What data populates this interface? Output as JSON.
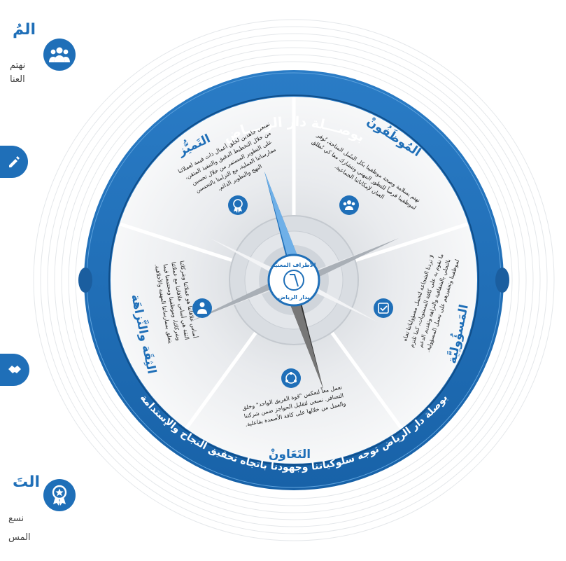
{
  "left_column": {
    "employees_title": "المُ",
    "employees_text_1": "نهتم",
    "employees_text_2": "العنا",
    "excellence_title": "التَ",
    "excellence_text_1": "نسع",
    "excellence_text_2": "المس"
  },
  "compass": {
    "ring_top": "بوصـــلة دار الريـــاض",
    "ring_bottom": "بوصلة دار الرياض توجه سلوكياتنا وجهودنا باتجاه تحقيق النجاح والإستدامة",
    "center_line_1": "الأطراف المعنيّة",
    "center_line_2": "بدار الرياض",
    "segments": {
      "excellence": {
        "title": "التَميُّز",
        "text": [
          "نسعى جاهدين لخلق أعمال ذات قيمة لعملائنا",
          "من خلال التخطيط الدقيق والتنفيذ المتقن،",
          "على التطوير المستمر من خلال تحسين",
          "ممارساتنا العملية، مع التزامنا بالتحسين",
          "النهج والتطوير الدائم."
        ]
      },
      "employees": {
        "title": "المُوظَفُونْ",
        "text": [
          "نهتم بسلامة وصحة موظفينا بكل السُبل المتاحة، نُوفر",
          "لموظفينا فرصاً للتطور المهني ونتشارك معا كي نُطلق",
          "العنان لإمكاناتنا الجماعية."
        ]
      },
      "trust": {
        "title": "الثِقَة والنَّزاهَة",
        "text": [
          "أساس علاقاتنا هو عملائنا وشركائنا",
          "الثقة هي أساس علاقاتنا مع عملائنا",
          "وشركائنا، وموظفينا ومجتمعنا فيما",
          "يتعلق بممارساتنا المهنية والأخلاقية."
        ]
      },
      "responsibility": {
        "title": "المَسؤُولِيَّة",
        "text": [
          "لا تردنا الشجاعة لتحمل مسؤولياتنا تجاه",
          "ما نقوم به على كافة المستويات، كما نلتزم",
          "بالتحلي بالشفافية والنزاهة وتقديم الدعم",
          "لموظفينا وتحفيزهم على تحمل المسؤولية."
        ]
      },
      "cooperation": {
        "title": "التَعَاونْ",
        "text": [
          "نعمل معاً لنعكس \"قوة الفريق الواحد\" وخلق",
          "التضافر. نسعى لتقليل الحواجز ضمن شركتنا",
          "والعمل من خلالها على كافة الأصعدة بفاعلية."
        ]
      }
    }
  },
  "colors": {
    "primary": "#1f6fb8",
    "dark": "#0e4f8f",
    "light_gray": "#e6e8eb",
    "text": "#222222"
  },
  "icons": [
    "people-icon",
    "check-square-icon",
    "award-icon",
    "person-heart-icon",
    "cooperation-icon",
    "handshake-icon",
    "edit-icon"
  ]
}
